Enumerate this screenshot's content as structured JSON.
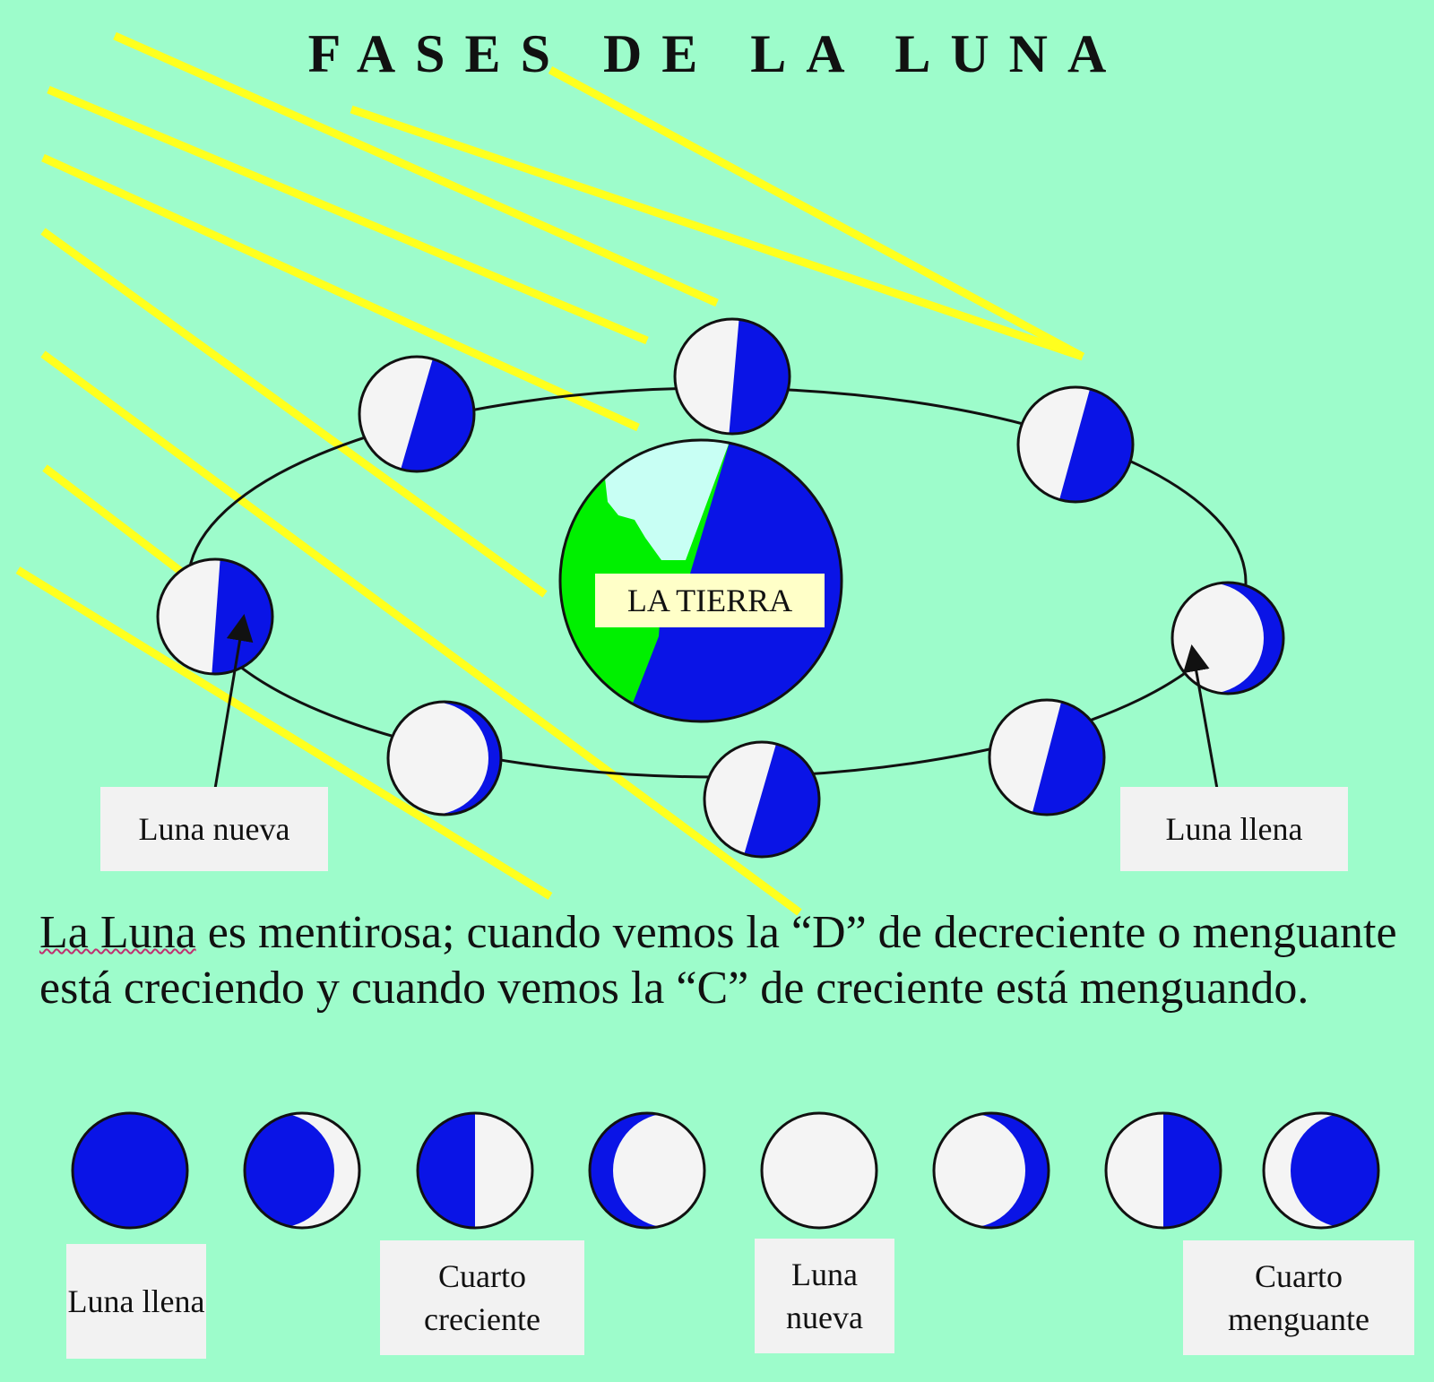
{
  "title": "FASES DE LA LUNA",
  "earth_label": "LA TIERRA",
  "orbit_labels": {
    "new_moon": "Luna nueva",
    "full_moon": "Luna llena"
  },
  "caption": {
    "underlined_part": "La Luna",
    "rest": " es mentirosa;  cuando vemos la “D”  de decreciente o menguante está creciendo y cuando vemos la “C”  de creciente está menguando."
  },
  "phase_labels": {
    "full": "Luna llena",
    "first_quarter": "Cuarto creciente",
    "new": "Luna nueva",
    "last_quarter": "Cuarto menguante"
  },
  "colors": {
    "background": "#9dfccb",
    "sun_rays": "#ffff1e",
    "moon_dark": "#0a14e6",
    "moon_light": "#f4f4f4",
    "earth_ocean": "#0a14e6",
    "earth_land": "#00f000",
    "earth_ice": "#c8fff4",
    "orbit_line": "#111111"
  },
  "icons": [
    "sun-ray",
    "moon-phase",
    "earth-globe",
    "arrow-up"
  ]
}
